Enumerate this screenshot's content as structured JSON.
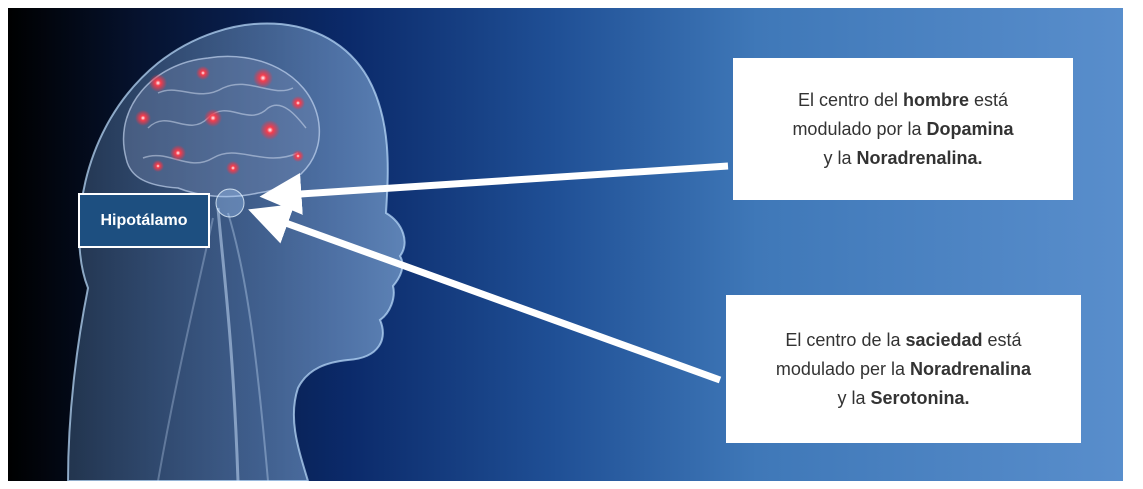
{
  "hypothalamus_label": "Hipotálamo",
  "box_top": {
    "line1_pre": "El centro del ",
    "line1_bold": "hombre",
    "line1_post": " está",
    "line2_pre": "modulado por la ",
    "line2_bold": "Dopamina",
    "line3_pre": "y la ",
    "line3_bold": "Noradrenalina."
  },
  "box_bottom": {
    "line1_pre": "El centro de la ",
    "line1_bold": "saciedad",
    "line1_post": " está",
    "line2_pre": "modulado per la ",
    "line2_bold": "Noradrenalina",
    "line3_pre": "y la ",
    "line3_bold": "Serotonina."
  },
  "colors": {
    "label_bg": "#1d4f80",
    "arrow": "#ffffff",
    "neuron_glow": "#ff2a3a"
  }
}
